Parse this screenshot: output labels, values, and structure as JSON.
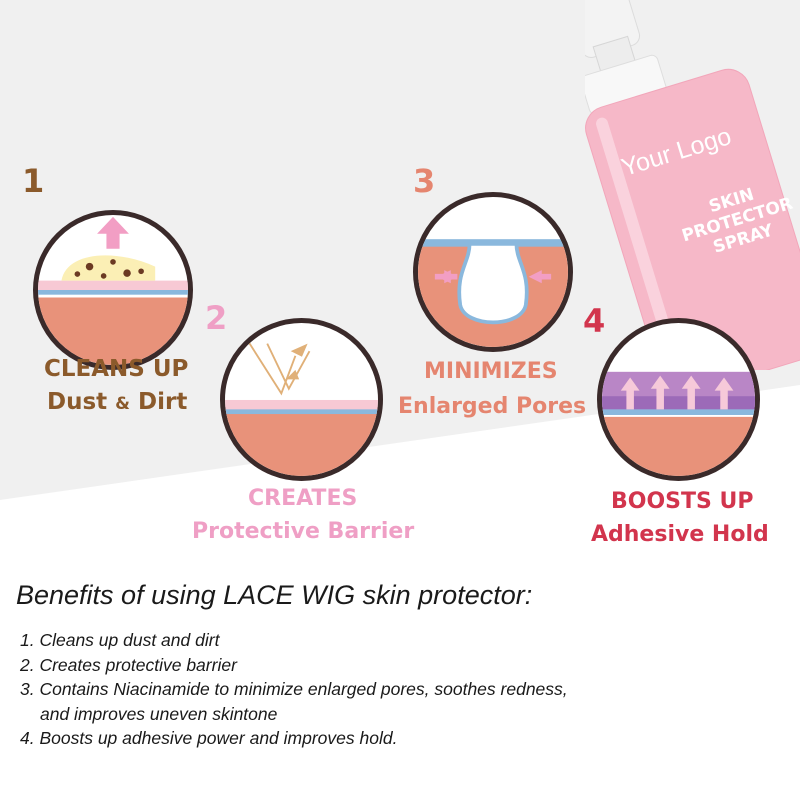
{
  "colors": {
    "brown": "#8b5a2b",
    "pink_light": "#ef9fc5",
    "salmon": "#e5856f",
    "crimson": "#d2354d",
    "outline": "#3a2a2a",
    "skin": "#e8927a",
    "bottle_pink": "#f6b8c8"
  },
  "bottle": {
    "logo": "Your Logo",
    "line1": "SKIN",
    "line2": "PROTECTOR",
    "line3": "SPRAY"
  },
  "steps": [
    {
      "number": "1",
      "title": "CLEANS UP",
      "subtitle_a": "Dust",
      "subtitle_amp": "&",
      "subtitle_b": "Dirt",
      "icon": "dust-removal-icon"
    },
    {
      "number": "2",
      "title": "CREATES",
      "subtitle": "Protective Barrier",
      "icon": "reflect-barrier-icon"
    },
    {
      "number": "3",
      "title": "MINIMIZES",
      "subtitle": "Enlarged Pores",
      "icon": "pore-shrink-icon"
    },
    {
      "number": "4",
      "title": "BOOSTS UP",
      "subtitle": "Adhesive Hold",
      "icon": "adhesive-boost-icon"
    }
  ],
  "benefits": {
    "heading": "Benefits of using LACE WIG skin protector:",
    "items": [
      "1. Cleans up dust and dirt",
      "2. Creates protective barrier",
      "3. Contains Niacinamide to minimize enlarged pores, soothes redness,",
      "and improves uneven skintone",
      "4. Boosts up adhesive power and improves hold."
    ]
  }
}
